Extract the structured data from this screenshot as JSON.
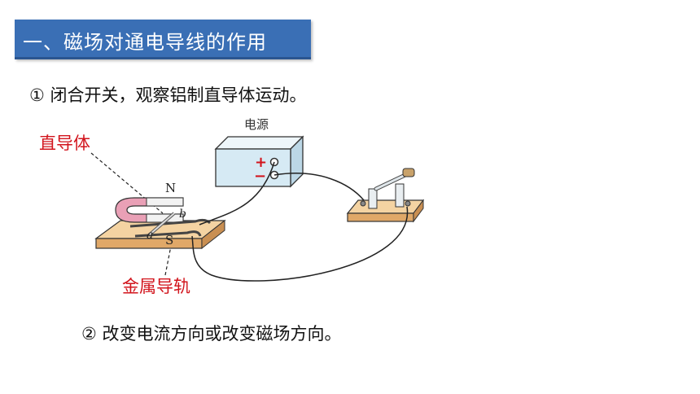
{
  "title": "一、磁场对通电导线的作用",
  "steps": {
    "step1": "① 闭合开关，观察铝制直导体运动。",
    "step2": "② 改变电流方向或改变磁场方向。"
  },
  "labels": {
    "conductor": "直导体",
    "rail": "金属导轨",
    "power_supply": "电源",
    "plus": "+",
    "minus": "−",
    "north": "N",
    "south": "S",
    "a": "a",
    "b": "b"
  },
  "colors": {
    "title_bg": "#3a6fb5",
    "label_red": "#d2141c"
  }
}
